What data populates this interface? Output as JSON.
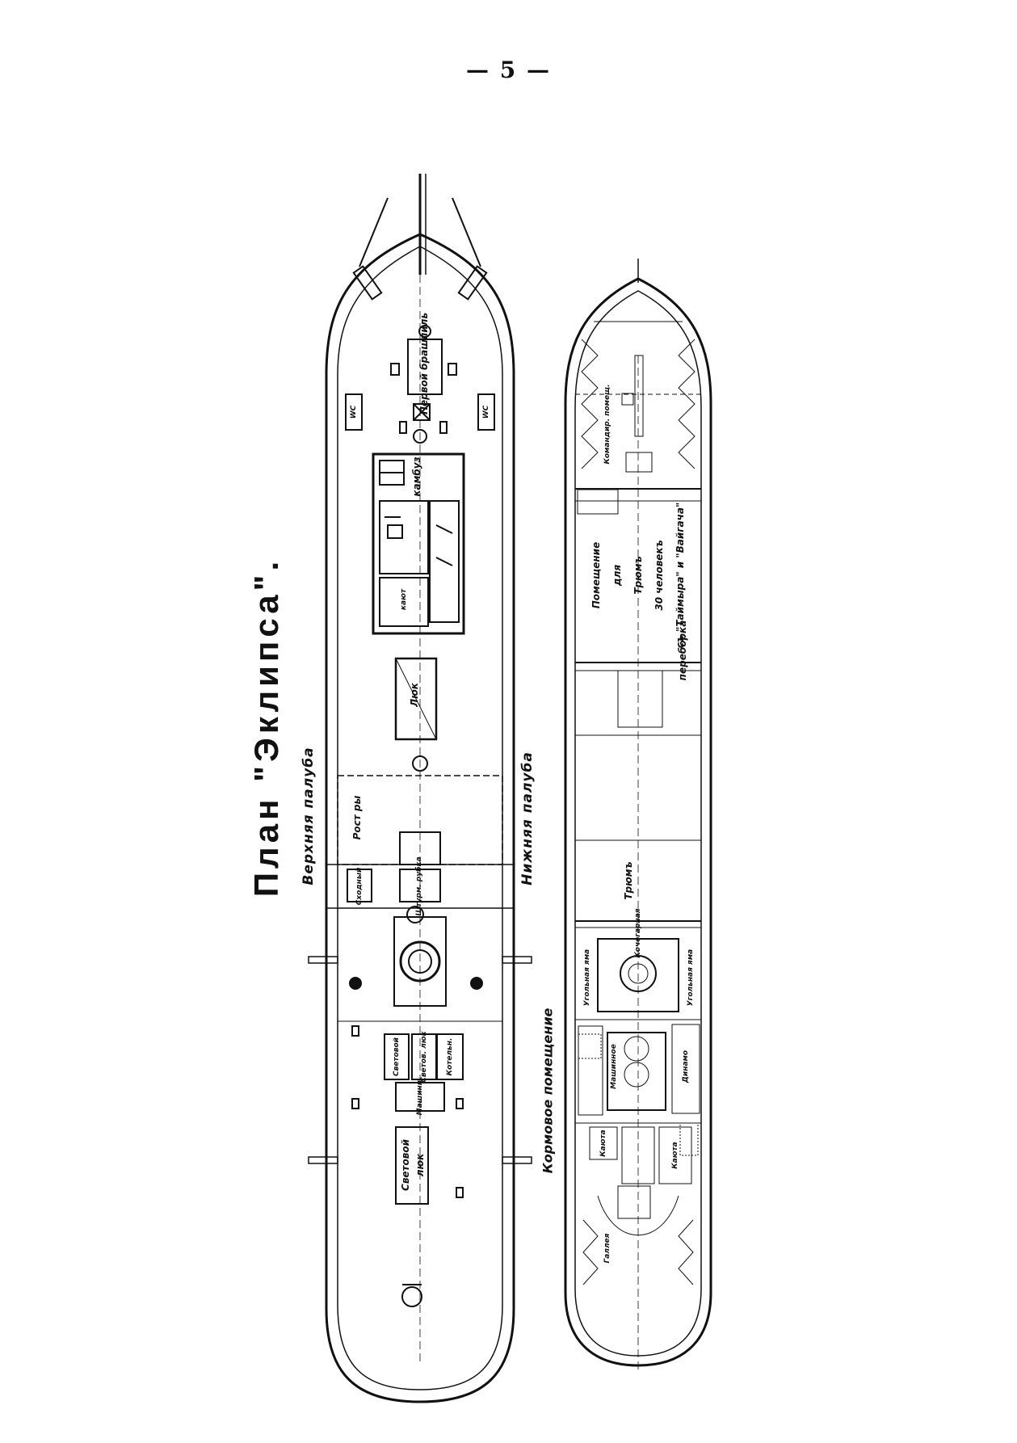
{
  "page_number": "— 5 —",
  "title": "План \"Эклипса\".",
  "upper_deck": {
    "label": "Верхняя палуба",
    "rooms": {
      "first_hatch": "Первой брашпиль",
      "wc_left": "WC",
      "wc_right": "WC",
      "galley": "камбуз",
      "mess": "кают",
      "boats": "Рост ры",
      "skylight": "Люк",
      "chart": "Штурм. рубка",
      "light1": "Световой",
      "light2": "Светов. люк",
      "engine": "Машинн.",
      "light3": "Световой",
      "hatch3": "люк",
      "small1": "Сходный",
      "small2": "Котельн."
    }
  },
  "lower_deck": {
    "label": "Нижняя палуба",
    "rooms": {
      "cabin": "Командир. помещ.",
      "hold1_a": "Помещение",
      "hold1_b": "для",
      "hold1_c": "Трюмъ",
      "hold1_d": "30 человекъ",
      "hold1_e": "съ \"Таймыра\" и \"Вайгача\"",
      "bulkhead": "переборка",
      "hold2": "Трюмъ",
      "coal1": "Угольная яма",
      "coal2": "Угольная яма",
      "boiler": "Кочегарная",
      "dynamo": "Динамо",
      "engine": "Машинное",
      "cabin_l": "Каюта",
      "cabin_r": "Каюта",
      "galley": "Галлея",
      "stern_room": "Кормовое помещение"
    }
  }
}
